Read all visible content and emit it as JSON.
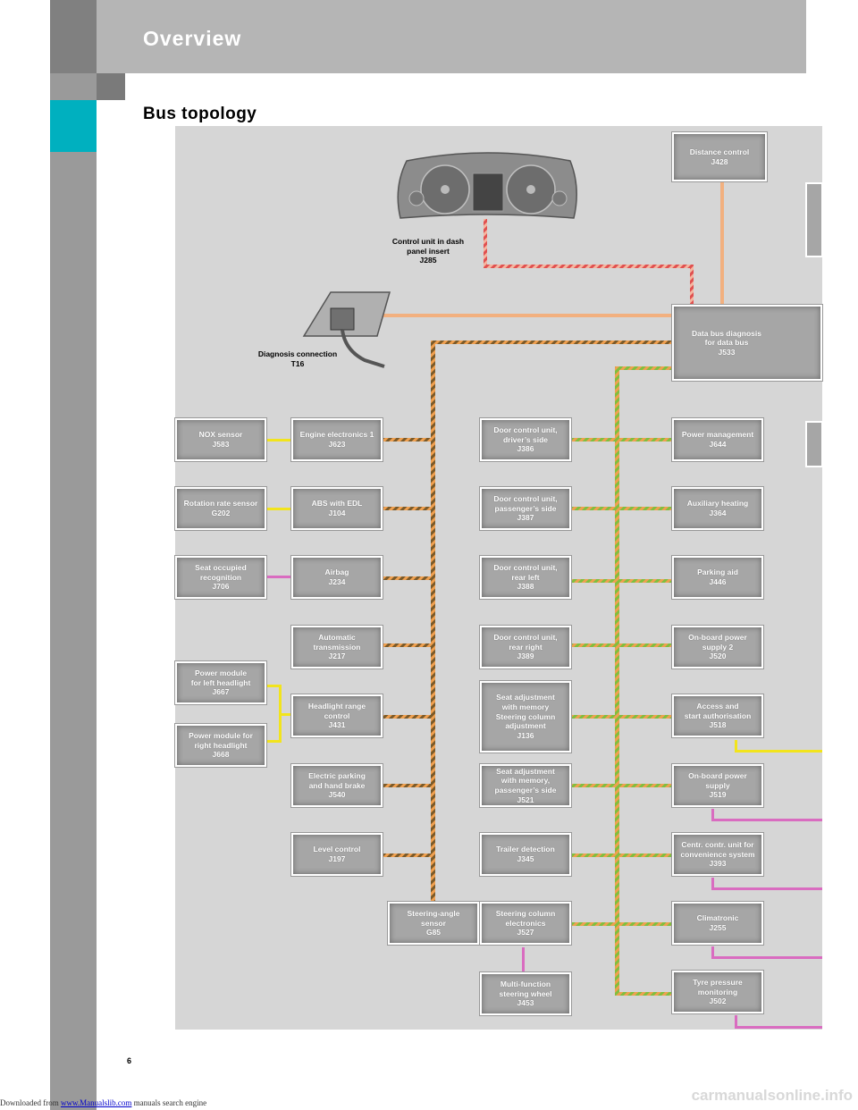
{
  "header": {
    "title": "Overview",
    "subtitle": "Bus topology"
  },
  "page_number": "6",
  "footer": {
    "prefix": "Downloaded from ",
    "link": "www.Manualslib.com",
    "suffix": " manuals search engine"
  },
  "watermark": "carmanualsonline.info",
  "colors": {
    "can_drive": "#8a6a3a",
    "can_comfort": "#7fbf3f",
    "lin": "#f2e41c",
    "sub_bus": "#d96cc0",
    "diagnosis": "#f2b07f",
    "dash": "#e06060",
    "distance": "#f2b07f"
  },
  "labels": {
    "dash_insert": "Control unit in dash\npanel insert\nJ285",
    "diag_conn": "Diagnosis connection\nT16"
  },
  "boxes": {
    "distance_control": "Distance control\nJ428",
    "gateway": "Data bus diagnosis\nfor data bus\nJ533",
    "nox_sensor": "NOX sensor\nJ583",
    "rotation_rate": "Rotation rate sensor\nG202",
    "seat_occupied": "Seat occupied\nrecognition\nJ706",
    "pm_left": "Power module\nfor left headlight\nJ667",
    "pm_right": "Power module for\nright headlight\nJ668",
    "engine": "Engine electronics 1\nJ623",
    "abs": "ABS with EDL\nJ104",
    "airbag": "Airbag\nJ234",
    "auto_trans": "Automatic\ntransmission\nJ217",
    "headlight_range": "Headlight range\ncontrol\nJ431",
    "parking_brake": "Electric parking\nand hand brake\nJ540",
    "level_control": "Level control\nJ197",
    "steering_angle": "Steering-angle\nsensor\nG85",
    "door_driver": "Door control unit,\ndriver’s side\nJ386",
    "door_passenger": "Door control unit,\npassenger’s side\nJ387",
    "door_rear_left": "Door control unit,\nrear left\nJ388",
    "door_rear_right": "Door control unit,\nrear right\nJ389",
    "seat_memory_column": "Seat adjustment\nwith memory\nSteering column\nadjustment\nJ136",
    "seat_memory_passenger": "Seat adjustment\nwith memory,\npassenger’s side\nJ521",
    "trailer": "Trailer detection\nJ345",
    "steering_column": "Steering column\nelectronics\nJ527",
    "mfsw": "Multi-function\nsteering wheel\nJ453",
    "power_mgmt": "Power management\nJ644",
    "aux_heating": "Auxiliary heating\nJ364",
    "parking_aid": "Parking aid\nJ446",
    "onboard_power2": "On-board power\nsupply 2\nJ520",
    "access_start": "Access and\nstart authorisation\nJ518",
    "onboard_power": "On-board power\nsupply\nJ519",
    "convenience": "Centr. contr. unit for\nconvenience system\nJ393",
    "climatronic": "Climatronic\nJ255",
    "tyre_pressure": "Tyre pressure\nmonitoring\nJ502"
  }
}
